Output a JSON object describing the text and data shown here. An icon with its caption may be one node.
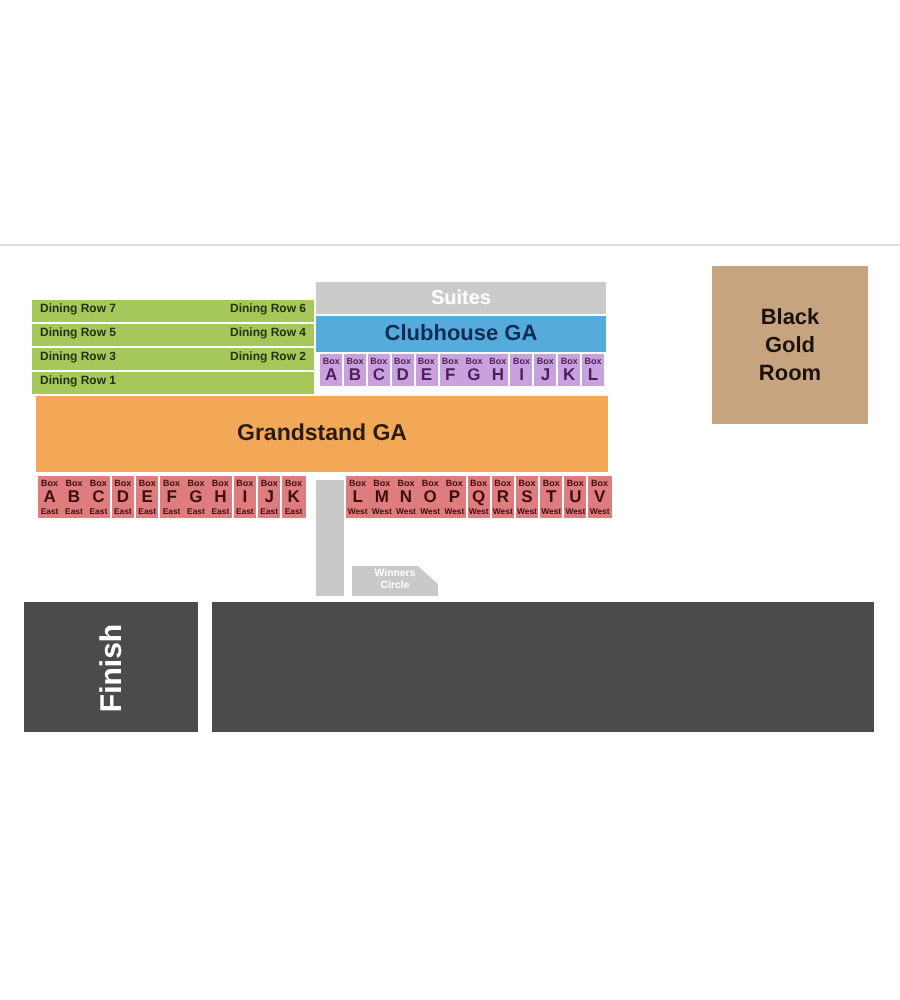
{
  "diagram": {
    "nodes": [
      {
        "text": [
          "Dining Row 7",
          "Dining Row 6"
        ]
      },
      {
        "text": [
          "Dining Row 5",
          "Dining Row 4"
        ]
      },
      {
        "text": [
          "Dining Row 3",
          "Dining Row 2"
        ]
      },
      {
        "text": [
          "Dining Row 1"
        ]
      },
      {
        "text": [
          "Suites"
        ]
      },
      {
        "text": [
          "Clubhouse GA"
        ]
      },
      {
        "text": [
          "Black Gold Room"
        ]
      },
      {
        "text": [
          "Box",
          "A"
        ]
      },
      {
        "text": [
          "Box",
          "B"
        ]
      },
      {
        "text": [
          "Box",
          "C"
        ]
      },
      {
        "text": [
          "Box",
          "D"
        ]
      },
      {
        "text": [
          "Box",
          "E"
        ]
      },
      {
        "text": [
          "Box",
          "F"
        ]
      },
      {
        "text": [
          "Box",
          "G"
        ]
      },
      {
        "text": [
          "Box",
          "H"
        ]
      },
      {
        "text": [
          "Box",
          "I"
        ]
      },
      {
        "text": [
          "Box",
          "J"
        ]
      },
      {
        "text": [
          "Box",
          "K"
        ]
      },
      {
        "text": [
          "Box",
          "L"
        ]
      },
      {
        "text": [
          "Grandstand GA"
        ]
      },
      {
        "text": [
          "Box",
          "A",
          "East"
        ]
      },
      {
        "text": [
          "Box",
          "B",
          "East"
        ]
      },
      {
        "text": [
          "Box",
          "C",
          "East"
        ]
      },
      {
        "text": [
          "Box",
          "D",
          "East"
        ]
      },
      {
        "text": [
          "Box",
          "E",
          "East"
        ]
      },
      {
        "text": [
          "Box",
          "F",
          "East"
        ]
      },
      {
        "text": [
          "Box",
          "G",
          "East"
        ]
      },
      {
        "text": [
          "Box",
          "H",
          "East"
        ]
      },
      {
        "text": [
          "Box",
          "I",
          "East"
        ]
      },
      {
        "text": [
          "Box",
          "J",
          "East"
        ]
      },
      {
        "text": [
          "Box",
          "K",
          "East"
        ]
      },
      {
        "text": [
          "Box",
          "L",
          "West"
        ]
      },
      {
        "text": [
          "Box",
          "M",
          "West"
        ]
      },
      {
        "text": [
          "Box",
          "N",
          "West"
        ]
      },
      {
        "text": [
          "Box",
          "O",
          "West"
        ]
      },
      {
        "text": [
          "Box",
          "P",
          "West"
        ]
      },
      {
        "text": [
          "Box",
          "Q",
          "West"
        ]
      },
      {
        "text": [
          "Box",
          "R",
          "West"
        ]
      },
      {
        "text": [
          "Box",
          "S",
          "West"
        ]
      },
      {
        "text": [
          "Box",
          "T",
          "West"
        ]
      },
      {
        "text": [
          "Box",
          "U",
          "West"
        ]
      },
      {
        "text": [
          "Box",
          "V",
          "West"
        ]
      },
      {
        "text": [
          "Winners Circle"
        ]
      },
      {
        "text": [
          "Finish"
        ]
      },
      {
        "text": [],
        "shape": "box"
      }
    ]
  }
}
